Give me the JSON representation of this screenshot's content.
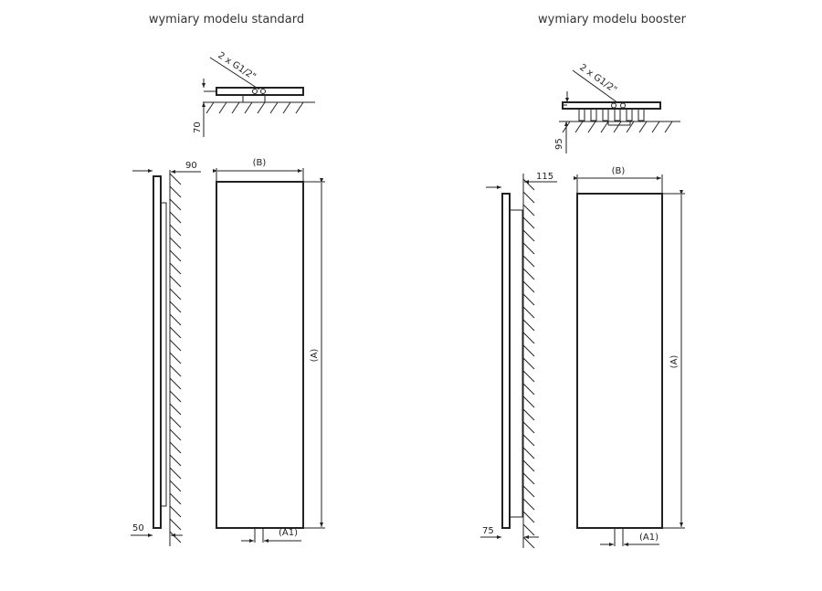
{
  "standard": {
    "title": "wymiary modelu standard",
    "connection": "2 x G1/2\"",
    "wall_distance_top": "70",
    "depth": "90",
    "side_offset": "50",
    "width_label": "(B)",
    "height_label": "(A)",
    "spacing_label": "(A1)"
  },
  "booster": {
    "title": "wymiary modelu booster",
    "connection": "2 x G1/2\"",
    "wall_distance_top": "95",
    "depth": "115",
    "side_offset": "75",
    "width_label": "(B)",
    "height_label": "(A)",
    "spacing_label": "(A1)"
  }
}
